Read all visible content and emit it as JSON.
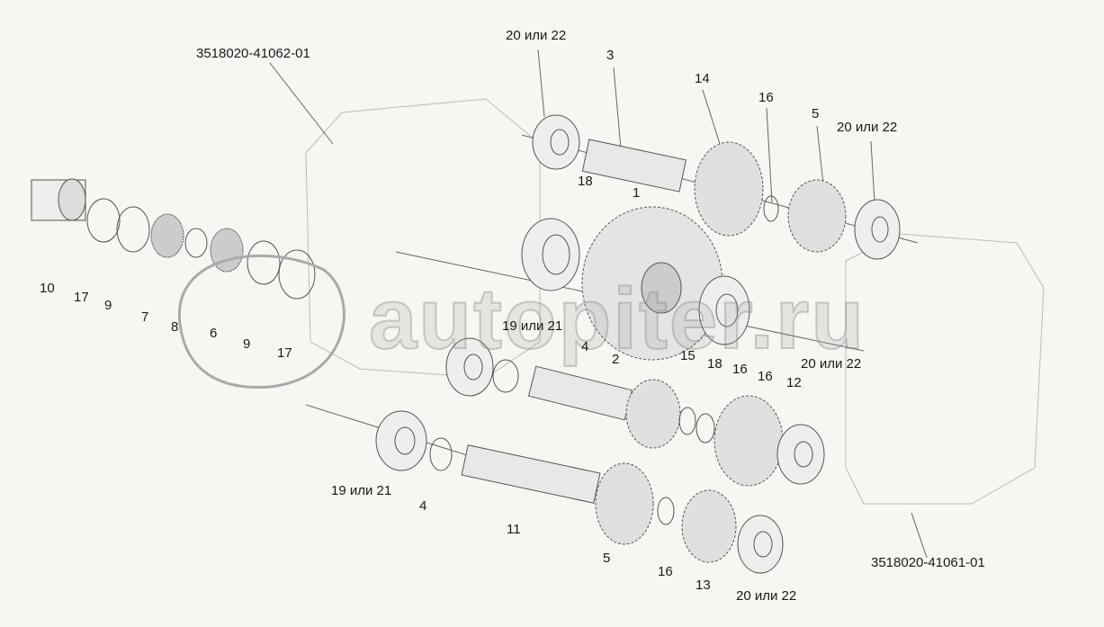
{
  "diagram": {
    "housing_labels": {
      "left": "3518020-41062-01",
      "right": "3518020-41061-01"
    },
    "watermark": "autopiter.ru",
    "callouts": {
      "c1": "20 или 22",
      "c2": "3",
      "c3": "14",
      "c4": "16",
      "c5": "5",
      "c6": "20 или 22",
      "c7": "18",
      "c8": "1",
      "c9": "10",
      "c10": "17",
      "c11": "9",
      "c12": "7",
      "c13": "8",
      "c14": "6",
      "c15": "9",
      "c16": "17",
      "c17": "19 или 21",
      "c18": "4",
      "c19": "2",
      "c20": "15",
      "c21": "18",
      "c22": "16",
      "c23": "16",
      "c24": "20 или 22",
      "c25": "12",
      "c26": "19 или 21",
      "c27": "4",
      "c28": "11",
      "c29": "5",
      "c30": "16",
      "c31": "13",
      "c32": "20 или 22"
    }
  }
}
